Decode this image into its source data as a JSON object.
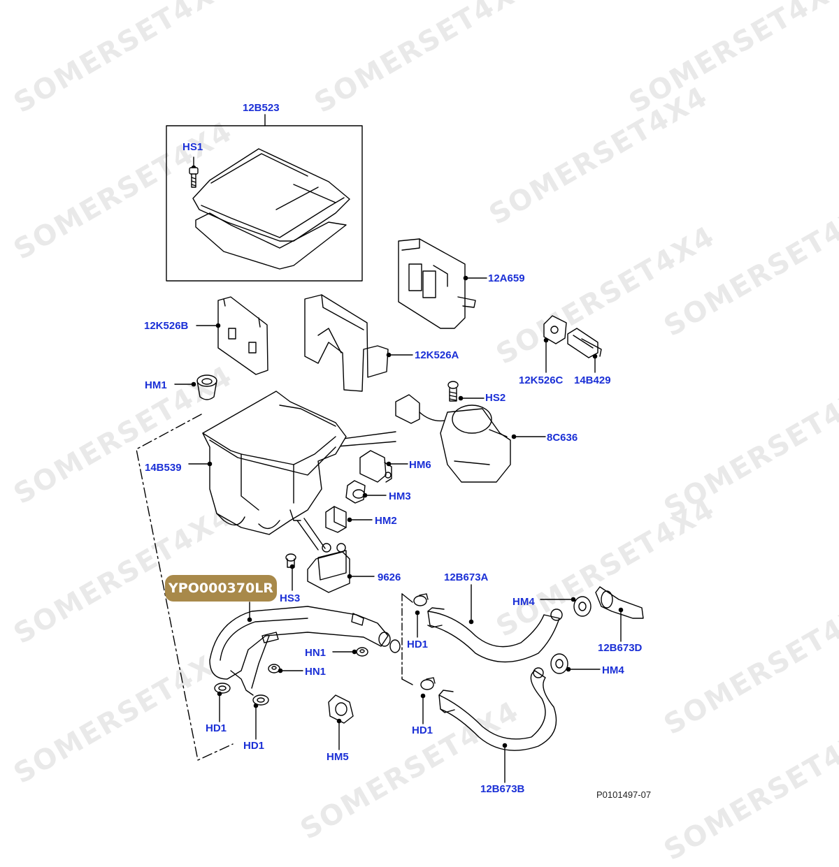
{
  "watermark": "SOMERSET4X4",
  "highlight_label": "YPO000370LR",
  "reference": "P0101497-07",
  "colors": {
    "label": "#1a2fd6",
    "highlight": "#a8894a",
    "line": "#000000"
  },
  "labels": {
    "l_12B523": "12B523",
    "l_HS1": "HS1",
    "l_12A659": "12A659",
    "l_12K526B": "12K526B",
    "l_12K526A": "12K526A",
    "l_12K526C": "12K526C",
    "l_14B429": "14B429",
    "l_HM1": "HM1",
    "l_HS2": "HS2",
    "l_8C636": "8C636",
    "l_14B539": "14B539",
    "l_HM6": "HM6",
    "l_HM3": "HM3",
    "l_HM2": "HM2",
    "l_9626": "9626",
    "l_12B673A": "12B673A",
    "l_HS3": "HS3",
    "l_HM4a": "HM4",
    "l_HD1a": "HD1",
    "l_12B673D": "12B673D",
    "l_HN1a": "HN1",
    "l_HN1b": "HN1",
    "l_HM4b": "HM4",
    "l_HD1b": "HD1",
    "l_HD1c": "HD1",
    "l_HD1d": "HD1",
    "l_HM5": "HM5",
    "l_12B673B": "12B673B"
  }
}
